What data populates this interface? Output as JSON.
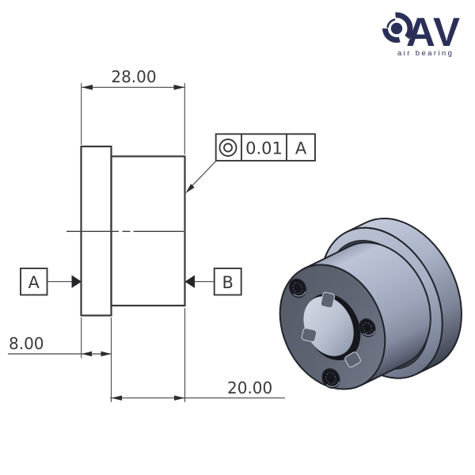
{
  "logo": {
    "brand": "AV",
    "tagline": "air bearing",
    "color": "#2b2f58",
    "icon": "swirl-vortex-icon"
  },
  "view2d": {
    "dim_overall_length": "28.00",
    "dim_flange_width": "8.00",
    "dim_body_length": "20.00",
    "datum_a_label": "A",
    "datum_b_label": "B",
    "fcf": {
      "symbol": "concentricity-icon",
      "tolerance": "0.01",
      "datum_ref": "A"
    }
  },
  "colors": {
    "ink": "#3a3a3c",
    "drawing_line": "#39393b",
    "brand_navy": "#2b2f58",
    "part_body": "#a9b2c6",
    "part_face": "#5f6573",
    "part_groove": "#383c47",
    "hole_dark": "#15171d"
  }
}
